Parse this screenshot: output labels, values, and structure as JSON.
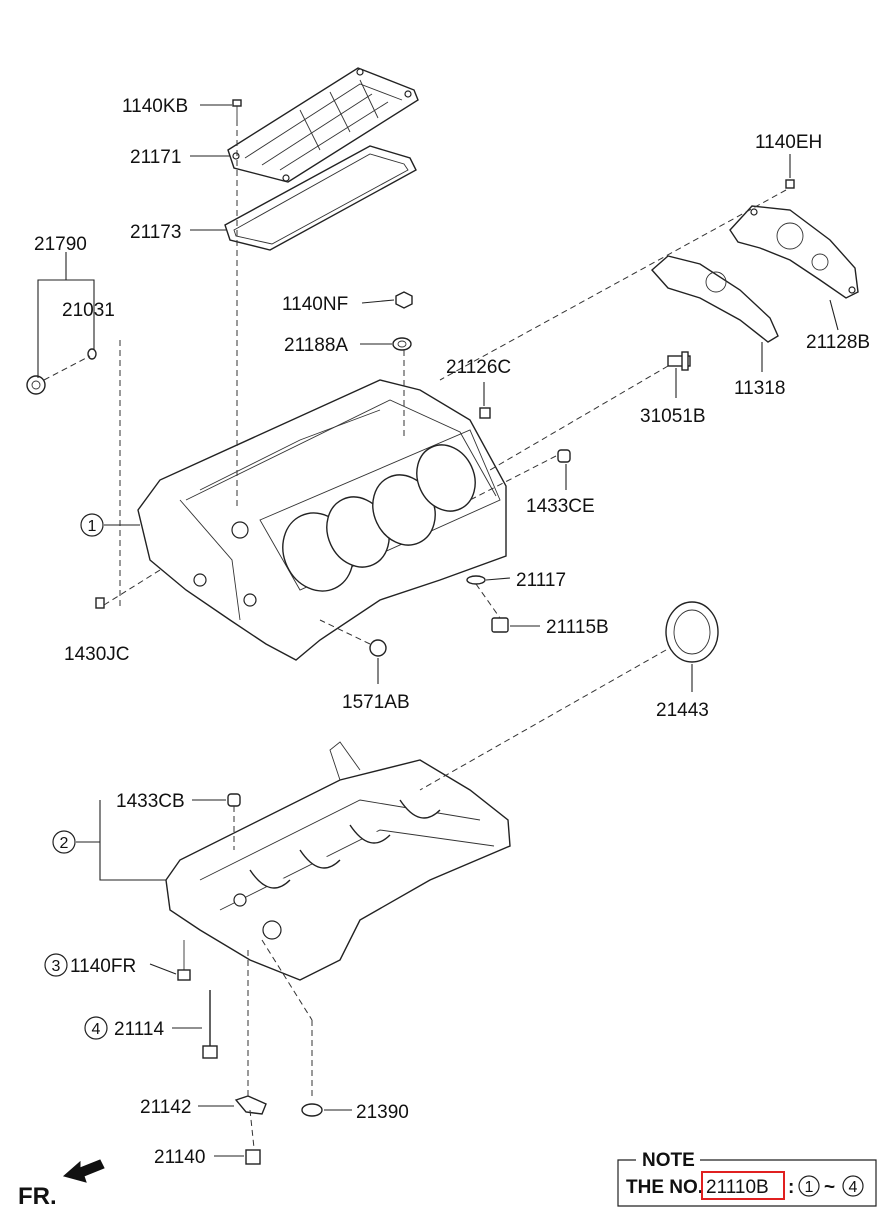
{
  "labels": {
    "p1140KB": "1140KB",
    "p21171": "21171",
    "p21173": "21173",
    "p21790": "21790",
    "p21031": "21031",
    "p1140NF": "1140NF",
    "p21188A": "21188A",
    "p21126C": "21126C",
    "p1140EH": "1140EH",
    "p21128B": "21128B",
    "p11318": "11318",
    "p31051B": "31051B",
    "p1433CE": "1433CE",
    "p21117": "21117",
    "p21115B": "21115B",
    "p1430JC": "1430JC",
    "p1571AB": "1571AB",
    "p21443": "21443",
    "p1433CB": "1433CB",
    "p1140FR": "1140FR",
    "p21114": "21114",
    "p21142": "21142",
    "p21390": "21390",
    "p21140": "21140"
  },
  "callouts": {
    "c1": "1",
    "c2": "2",
    "c3": "3",
    "c4": "4"
  },
  "note": {
    "title": "NOTE",
    "prefix": "THE NO.",
    "part_number": "21110B",
    "separator": ":",
    "range_start": "1",
    "tilde": "~",
    "range_end": "4",
    "highlight_color": "#e02020"
  },
  "direction": {
    "label": "FR.",
    "icon": "front-arrow-icon"
  }
}
